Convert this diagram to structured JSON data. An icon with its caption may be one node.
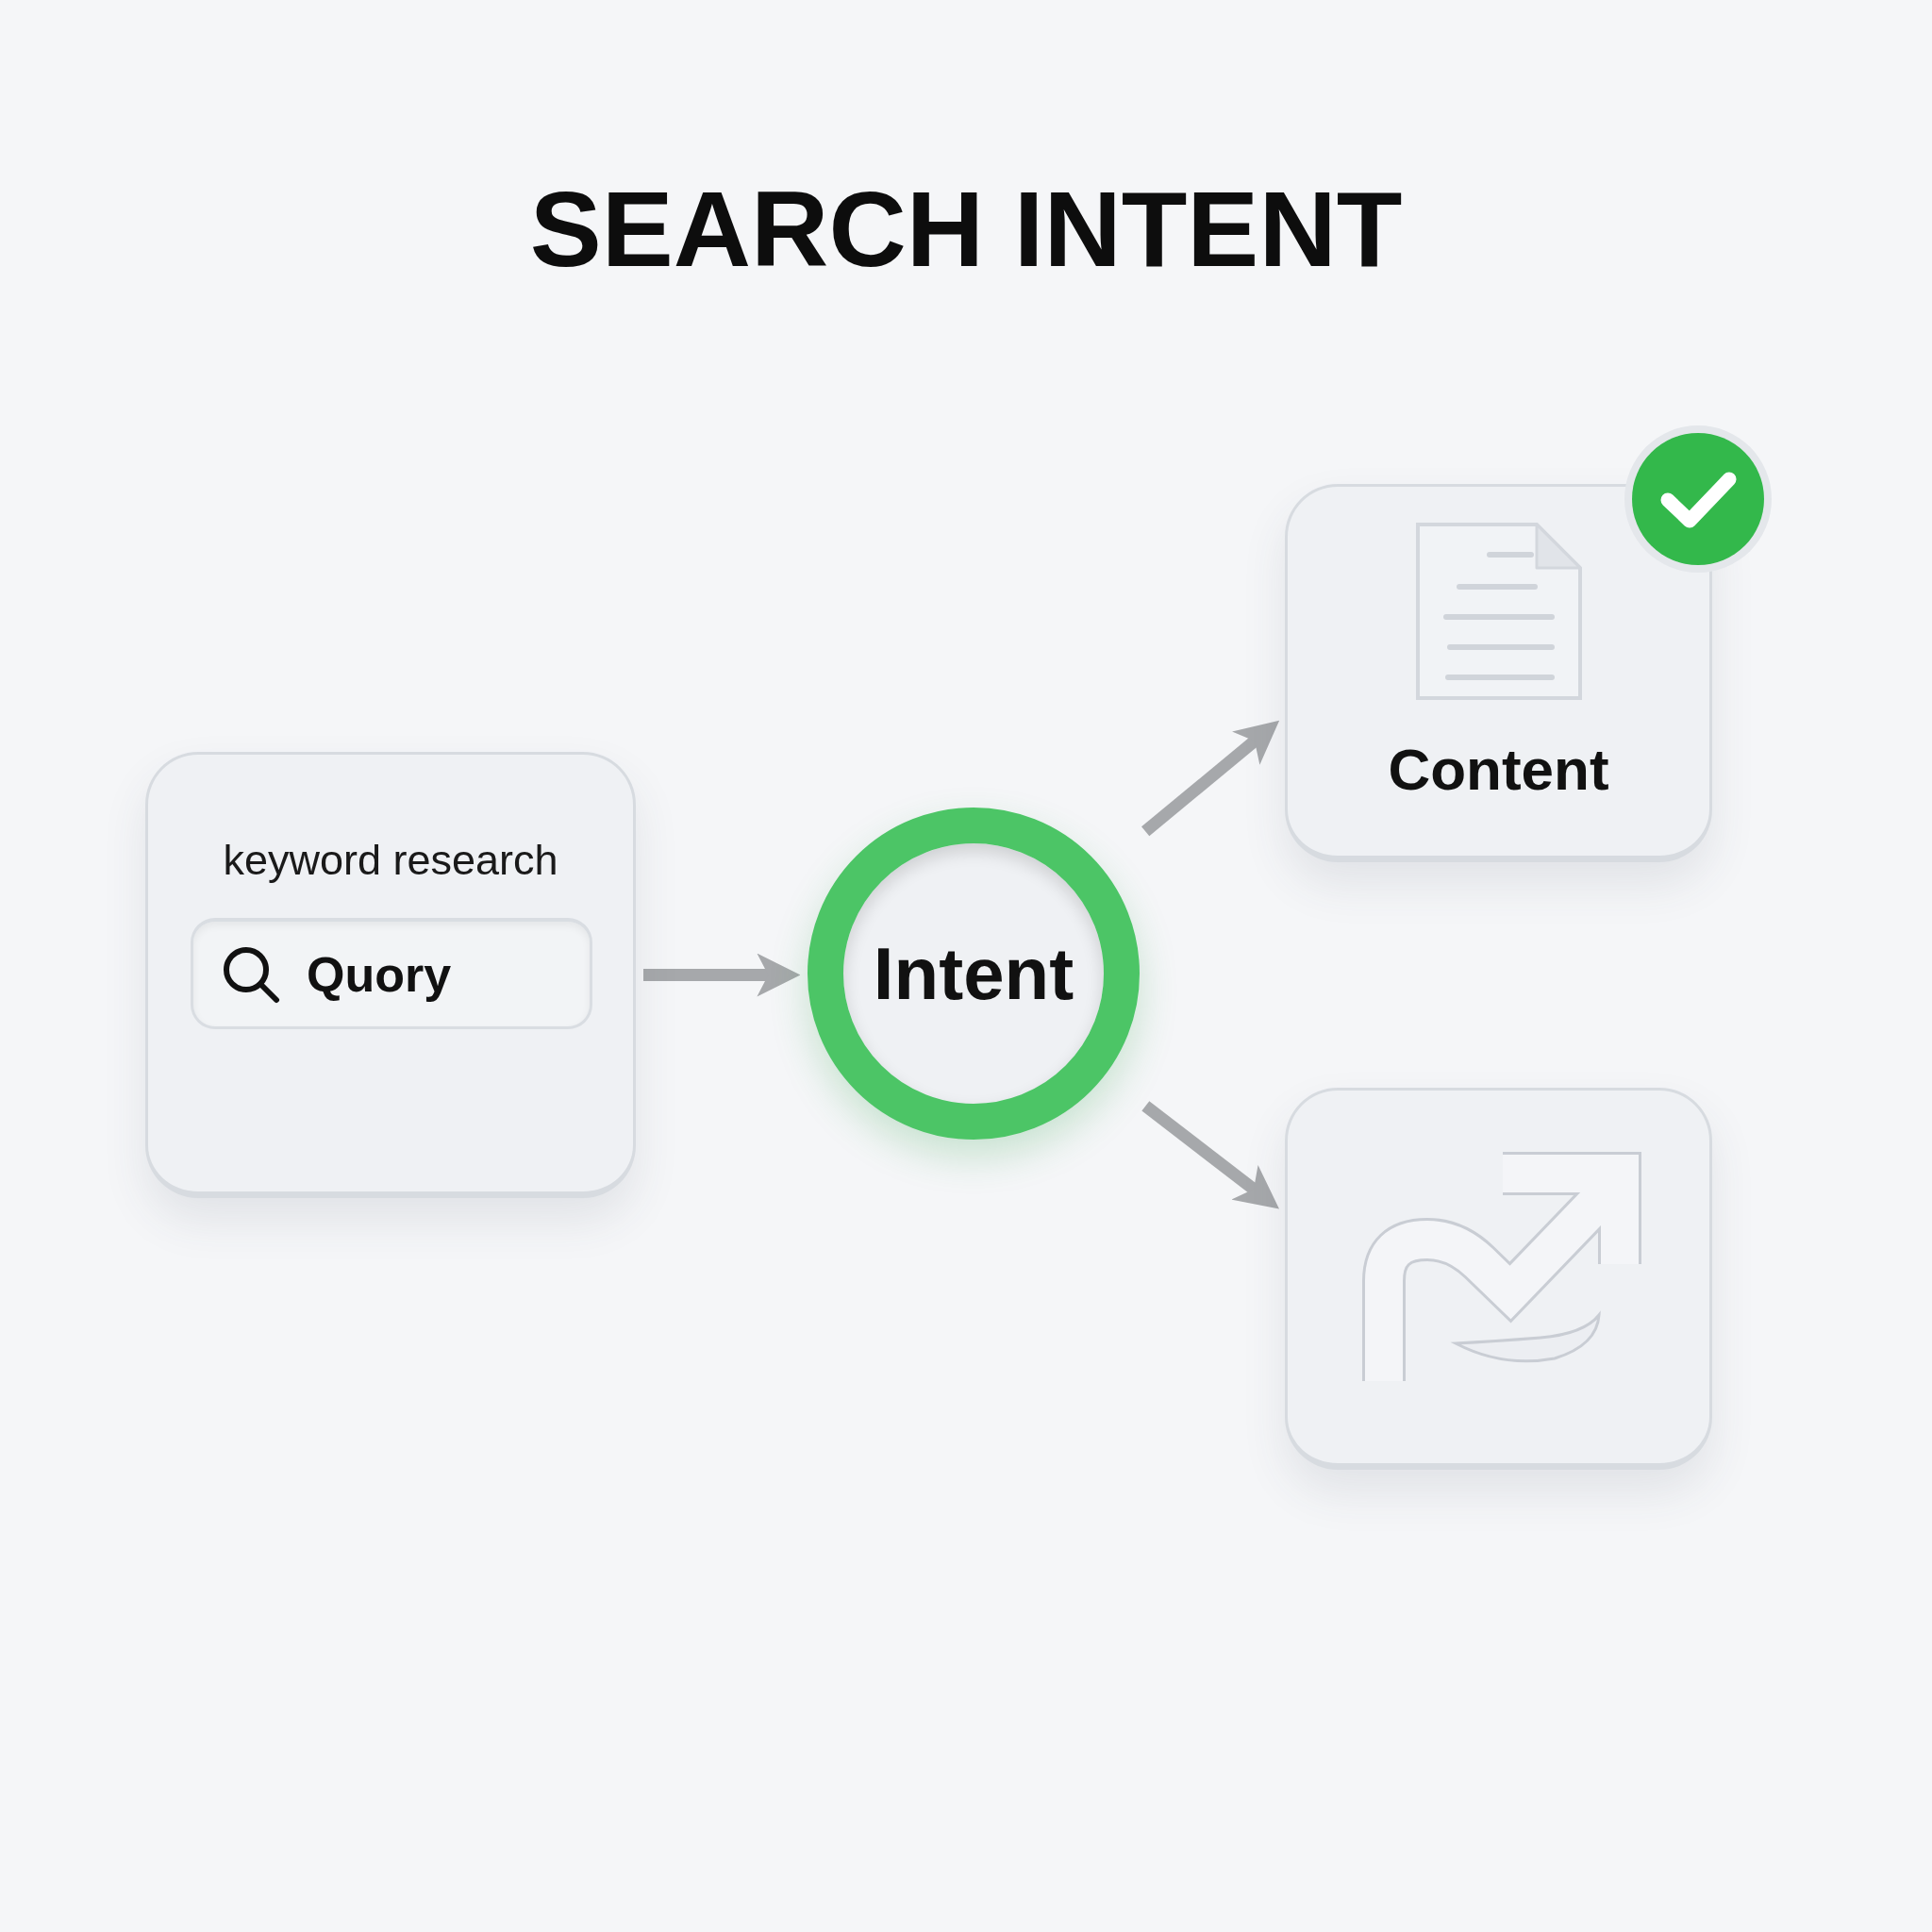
{
  "diagram": {
    "title": "SEARCH INTENT",
    "nodes": [
      {
        "text": [
          "keyword research"
        ]
      },
      {
        "text": [
          "Quory"
        ],
        "in": 0
      },
      {
        "text": [
          "Intent"
        ]
      },
      {
        "text": [
          "Content"
        ]
      },
      {
        "text": [],
        "shape": "box"
      }
    ],
    "edges": [
      {
        "from": 0,
        "to": 2,
        "arrow": "to"
      },
      {
        "from": 2,
        "to": 3,
        "arrow": "to"
      },
      {
        "from": 2,
        "to": 4,
        "arrow": "to"
      }
    ]
  }
}
